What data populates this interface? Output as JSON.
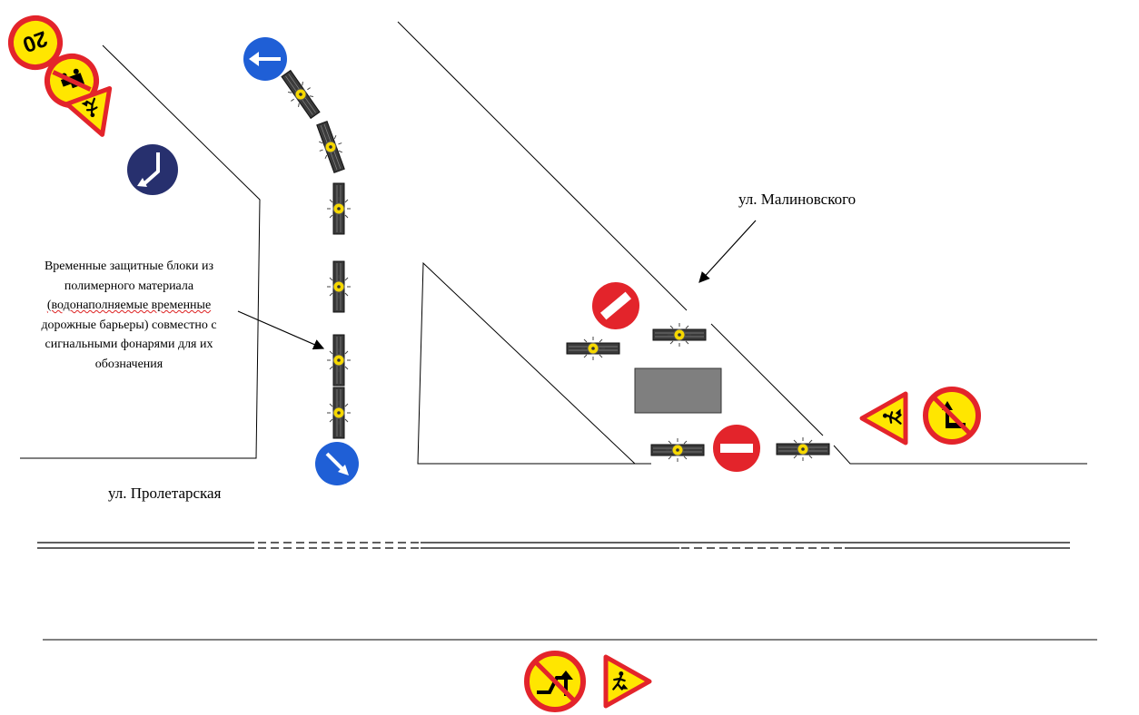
{
  "streets": {
    "malinovskogo": "ул. Малиновского",
    "proletarskaya": "ул. Пролетарская"
  },
  "note": {
    "lines": [
      "Временные защитные блоки из",
      "полимерного материала",
      "(водонаполняемые временные",
      "дорожные барьеры) совместно с",
      "сигнальными фонарями для их",
      "обозначения"
    ]
  },
  "signs": {
    "speed_limit": "20"
  },
  "colors": {
    "sign_red": "#e3242b",
    "sign_yellow": "#ffe600",
    "sign_blue": "#1f5fd6",
    "sign_dark_blue": "#27306e",
    "barrier_dark": "#3a3a3a",
    "lamp_yellow": "#f6d800",
    "vehicle_gray": "#7f7f7f"
  },
  "icons": [
    "speed-limit-20-sign",
    "no-trucks-sign",
    "road-works-sign",
    "keep-left-sign",
    "keep-right-sign",
    "detour-turn-sign",
    "no-entry-sign",
    "no-overtaking-sign",
    "no-u-turn-sign",
    "water-barrier-block-icon",
    "signal-lamp-icon"
  ]
}
